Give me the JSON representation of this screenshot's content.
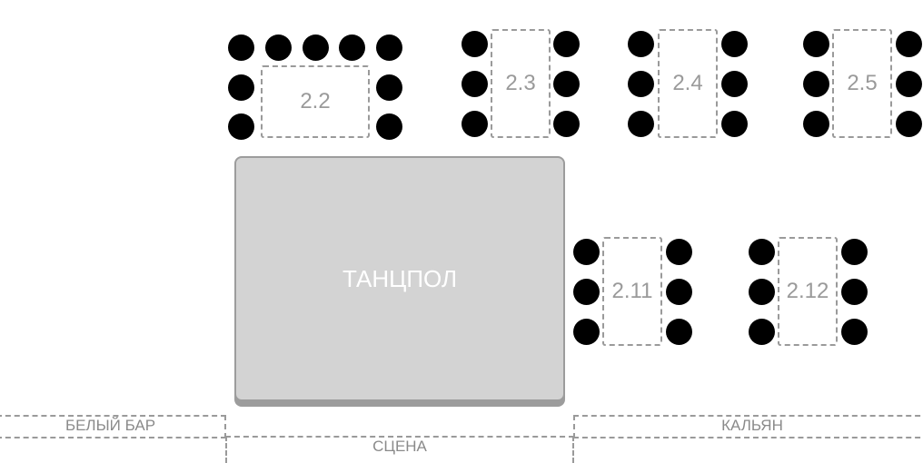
{
  "tables": {
    "t22": "2.2",
    "t23": "2.3",
    "t24": "2.4",
    "t25": "2.5",
    "t211": "2.11",
    "t212": "2.12"
  },
  "dancefloor": "ТАНЦПОЛ",
  "zones": {
    "white_bar": "БЕЛЫЙ БАР",
    "stage": "СЦЕНА",
    "hookah": "КАЛЬЯН"
  },
  "colors": {
    "seat": "#000000",
    "table_border": "#9a9a9a",
    "dancefloor_fill": "#d3d3d3",
    "dancefloor_text": "#ffffff"
  }
}
